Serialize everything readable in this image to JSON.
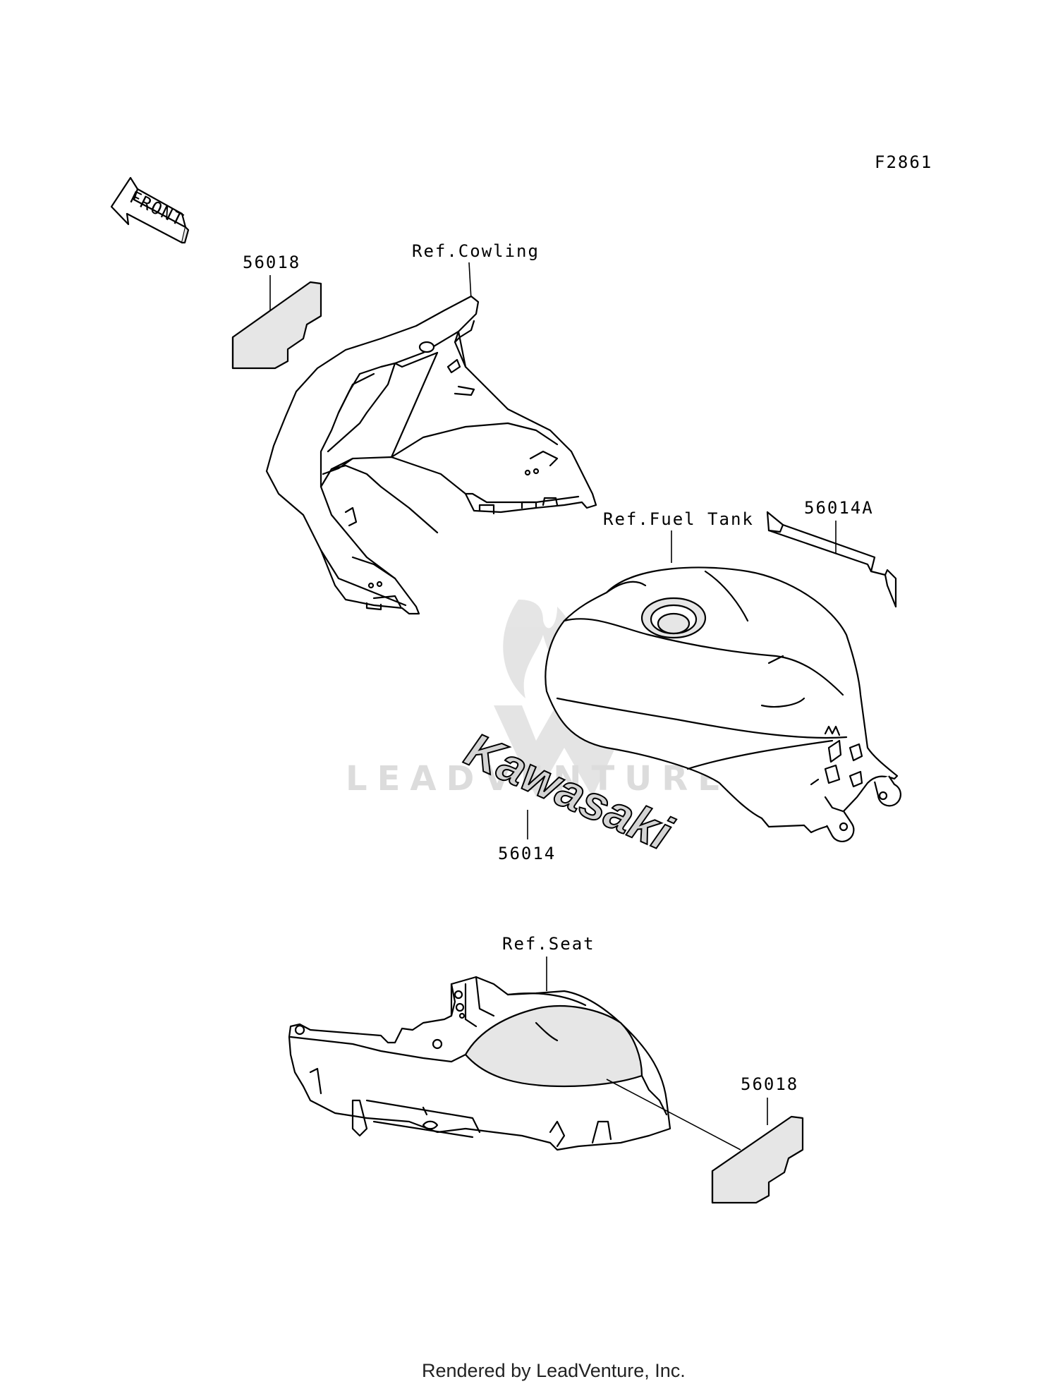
{
  "diagram_code": "F2861",
  "front_arrow_label": "FRONT",
  "callouts": {
    "sticker_front": "56018",
    "ref_cowling": "Ref.Cowling",
    "ref_fuel_tank": "Ref.Fuel Tank",
    "stripe": "56014A",
    "emblem": "56014",
    "ref_seat": "Ref.Seat",
    "sticker_rear": "56018"
  },
  "emblem_text": "Kawasaki",
  "watermark": "LEADVENTURE",
  "footer": "Rendered by LeadVenture, Inc."
}
